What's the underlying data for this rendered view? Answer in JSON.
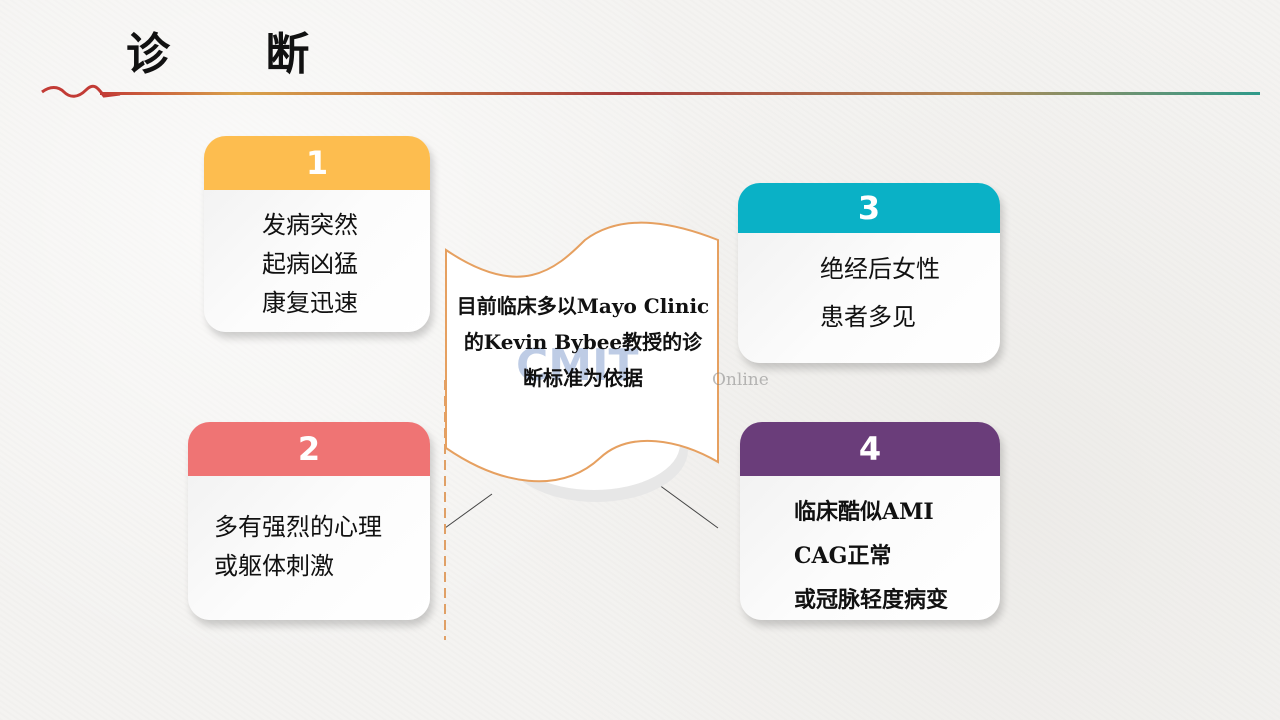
{
  "slide": {
    "title": "诊  断",
    "center_text": "目前临床多以Mayo Clinic的Kevin Bybee教授的诊断标准为依据",
    "watermark": {
      "logo": "CMIT",
      "suffix": "Online"
    },
    "cards": [
      {
        "number": "1",
        "color": "#fdbd4f",
        "lines": [
          "发病突然",
          "起病凶猛",
          "康复迅速"
        ]
      },
      {
        "number": "2",
        "color": "#ef7474",
        "lines": [
          "多有强烈的心理",
          "或躯体刺激"
        ]
      },
      {
        "number": "3",
        "color": "#0ab1c6",
        "lines": [
          "绝经后女性",
          "患者多见"
        ]
      },
      {
        "number": "4",
        "color": "#6a3d7a",
        "lines": [
          "临床酷似AMI",
          "CAG正常",
          "或冠脉轻度病变"
        ]
      }
    ]
  }
}
